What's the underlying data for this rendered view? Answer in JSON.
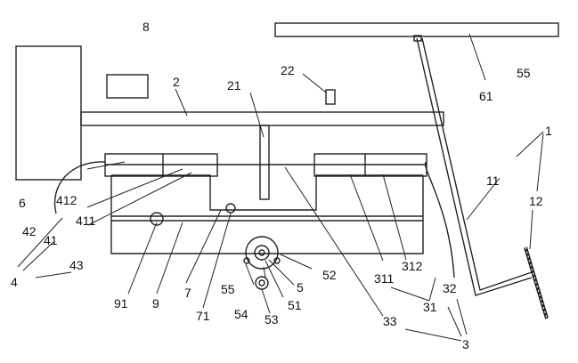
{
  "labels": {
    "l1": "1",
    "l2": "2",
    "l3": "3",
    "l4": "4",
    "l5": "5",
    "l6": "6",
    "l7": "7",
    "l8": "8",
    "l9": "9",
    "l11": "11",
    "l12": "12",
    "l21": "21",
    "l22": "22",
    "l31": "31",
    "l32": "32",
    "l33": "33",
    "l41": "41",
    "l42": "42",
    "l43": "43",
    "l51": "51",
    "l52": "52",
    "l53": "53",
    "l54": "54",
    "l55a": "55",
    "l55b": "55",
    "l61": "61",
    "l71": "71",
    "l91": "91",
    "l311": "311",
    "l312": "312",
    "l411": "411",
    "l412": "412"
  }
}
